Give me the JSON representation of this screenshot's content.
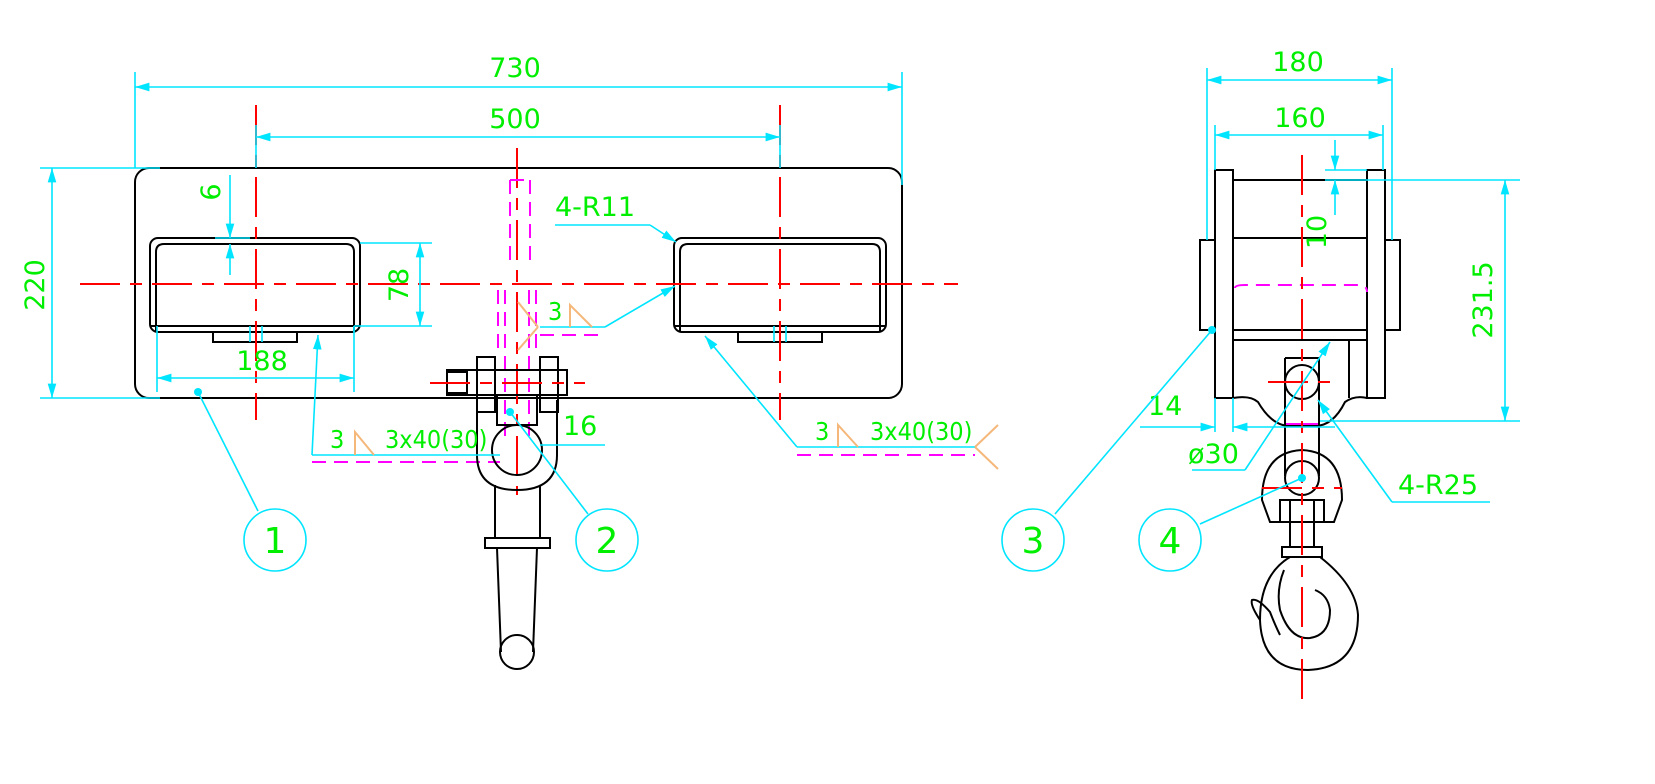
{
  "drawing": {
    "front_view": {
      "dimensions": {
        "overall_width": "730",
        "center_distance": "500",
        "height": "220",
        "offset": "6",
        "window_height": "78",
        "window_width": "188",
        "corner_radius": "4-R11",
        "thickness": "16"
      },
      "welds": {
        "left_size": "3",
        "left_spec": "3x40(30)",
        "right_size": "3",
        "right_spec": "3x40(30)",
        "center_size": "3"
      }
    },
    "side_view": {
      "dimensions": {
        "outer_width": "180",
        "inner_width": "160",
        "offset": "10",
        "height": "231.5",
        "plate": "14",
        "pin_diameter": "ø30",
        "corner_radius": "4-R25"
      }
    },
    "balloons": [
      "1",
      "2",
      "3",
      "4"
    ],
    "colors": {
      "outline": "#000000",
      "centerline": "#ff0000",
      "dimension": "#00e5ff",
      "text": "#00ee00",
      "hidden": "#ff00ff",
      "weld": "#f5b77a"
    }
  }
}
